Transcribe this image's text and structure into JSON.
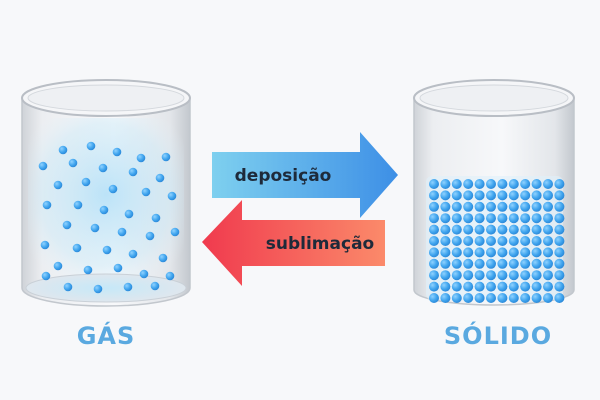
{
  "colors": {
    "label": "#5aa9e0",
    "particle": "#3fa4ee",
    "arrow_deposition_start": "#7ed0ef",
    "arrow_deposition_end": "#3d8fe6",
    "arrow_sublimation_start": "#f03a4e",
    "arrow_sublimation_end": "#fb8a6a",
    "arrow_text": "#1e2a3a"
  },
  "labels": {
    "gas": "GÁS",
    "solid": "SÓLIDO"
  },
  "arrows": {
    "deposition": "deposição",
    "sublimation": "sublimação"
  },
  "icons": [
    "beaker-icon",
    "beaker-icon",
    "arrow-right-icon",
    "arrow-left-icon"
  ]
}
